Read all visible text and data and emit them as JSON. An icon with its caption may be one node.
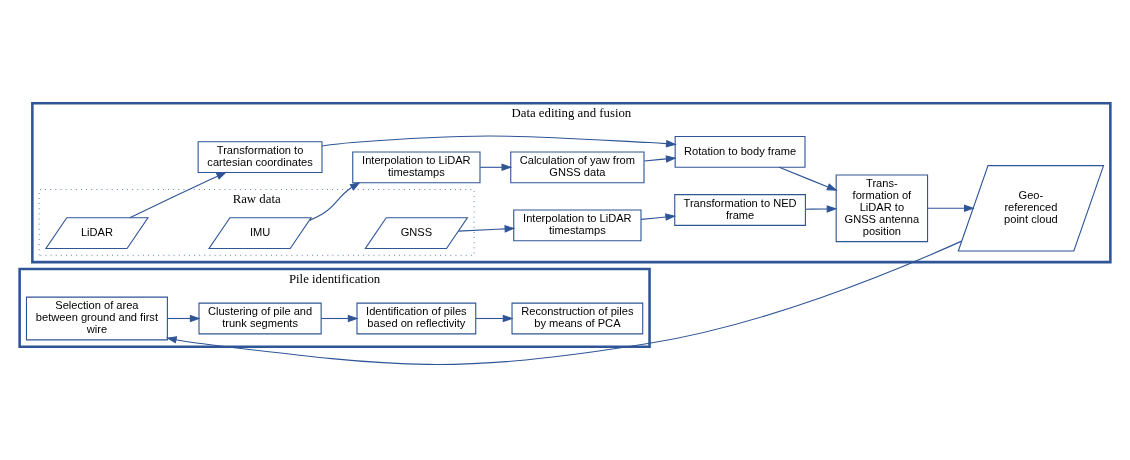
{
  "diagram": {
    "nodes": [
      {
        "text": [
          "Data editing and fusion"
        ]
      },
      {
        "text": [
          "Raw data"
        ],
        "in": 0
      },
      {
        "text": [
          "LiDAR"
        ],
        "in": 1
      },
      {
        "text": [
          "IMU"
        ],
        "in": 1
      },
      {
        "text": [
          "GNSS"
        ],
        "in": 1
      },
      {
        "text": [
          "Transformation to cartesian coordinates"
        ],
        "in": 0
      },
      {
        "text": [
          "Rotation to body frame"
        ],
        "in": 0
      },
      {
        "text": [
          "Interpolation to LiDAR timestamps"
        ],
        "in": 0
      },
      {
        "text": [
          "Calculation of yaw from GNSS data"
        ],
        "in": 0
      },
      {
        "text": [
          "Interpolation to LiDAR timestamps"
        ],
        "in": 0
      },
      {
        "text": [
          "Transformation to NED frame"
        ],
        "in": 0
      },
      {
        "text": [
          "Trans- formation of LiDAR to GNSS antenna position"
        ],
        "in": 0
      },
      {
        "text": [
          "Geo- referenced point cloud"
        ],
        "in": 0
      },
      {
        "text": [
          "Pile identification"
        ]
      },
      {
        "text": [
          "Selection of area between ground and first wire"
        ],
        "in": 13
      },
      {
        "text": [
          "Clustering of pile and trunk segments"
        ],
        "in": 13
      },
      {
        "text": [
          "Identification of piles based on reflectivity"
        ],
        "in": 13
      },
      {
        "text": [
          "Reconstruction of piles by means of PCA"
        ],
        "in": 13
      }
    ],
    "edges": [
      {
        "from": 2,
        "to": 5,
        "arrow": "to"
      },
      {
        "from": 5,
        "to": 6,
        "arrow": "to"
      },
      {
        "from": 6,
        "to": 11,
        "arrow": "to"
      },
      {
        "from": 3,
        "to": 7,
        "arrow": "to"
      },
      {
        "from": 7,
        "to": 8,
        "arrow": "to"
      },
      {
        "from": 8,
        "to": 6,
        "arrow": "to"
      },
      {
        "from": 4,
        "to": 9,
        "arrow": "to"
      },
      {
        "from": 9,
        "to": 10,
        "arrow": "to"
      },
      {
        "from": 10,
        "to": 11,
        "arrow": "to"
      },
      {
        "from": 11,
        "to": 12,
        "arrow": "to"
      },
      {
        "from": 12,
        "to": 14,
        "arrow": "to"
      },
      {
        "from": 14,
        "to": 15,
        "arrow": "to"
      },
      {
        "from": 15,
        "to": 16,
        "arrow": "to"
      },
      {
        "from": 16,
        "to": 17,
        "arrow": "to"
      }
    ]
  }
}
